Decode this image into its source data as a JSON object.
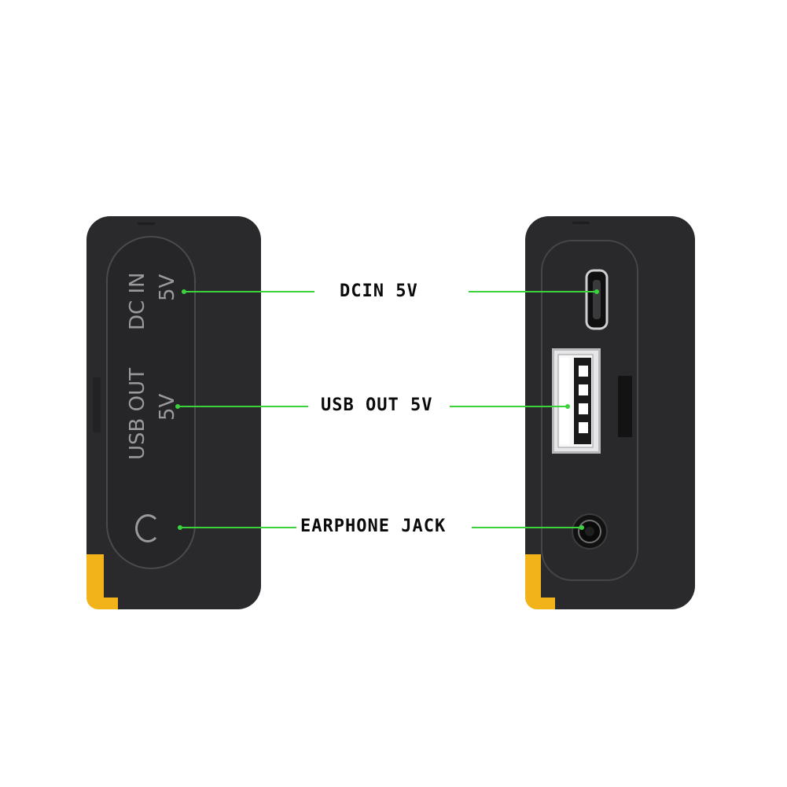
{
  "callouts": {
    "dc_in": "DCIN 5V",
    "usb_out": "USB OUT 5V",
    "earphone": "EARPHONE JACK"
  },
  "left_device": {
    "label_dc_in": "DC IN",
    "label_dc_in_voltage": "5V",
    "label_usb_out": "USB OUT",
    "label_usb_out_voltage": "5V",
    "earphone_icon": "earphone-icon"
  },
  "right_device": {
    "ports": [
      "micro-usb-port-icon",
      "usb-a-port-icon",
      "audio-jack-icon"
    ]
  },
  "colors": {
    "device_body": "#2a2a2c",
    "accent": "#f2b21a",
    "leader_line": "#3cd23c",
    "label_text": "#0b0b0b"
  }
}
